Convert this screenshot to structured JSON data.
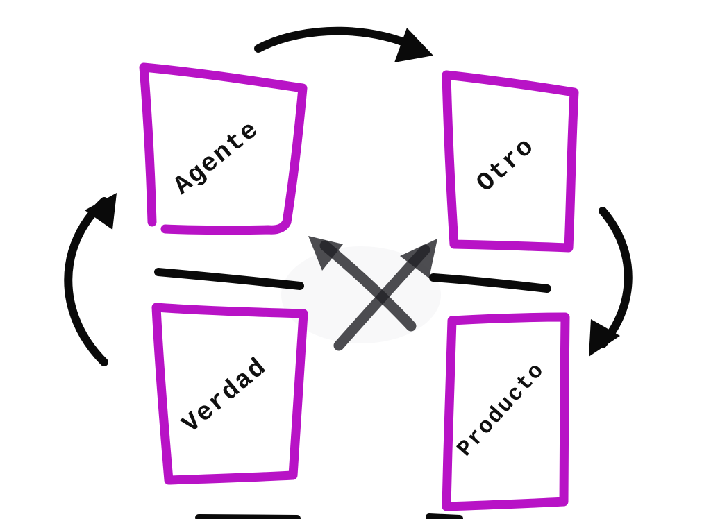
{
  "diagram": {
    "nodes": [
      {
        "id": "agente",
        "label": "Agente"
      },
      {
        "id": "otro",
        "label": "Otro"
      },
      {
        "id": "verdad",
        "label": "Verdad"
      },
      {
        "id": "producto",
        "label": "Producto"
      }
    ],
    "arrows": [
      {
        "id": "arrow-agente-to-otro",
        "from": "agente",
        "to": "otro"
      },
      {
        "id": "arrow-otro-to-producto",
        "from": "otro",
        "to": "producto"
      },
      {
        "id": "arrow-verdad-to-agente",
        "from": "verdad",
        "to": "agente"
      },
      {
        "id": "cross-arrow-up-left",
        "from": "producto",
        "to": "agente"
      },
      {
        "id": "cross-arrow-up-right",
        "from": "verdad",
        "to": "otro"
      }
    ],
    "colors": {
      "box": "#b813c6",
      "arrow": "#0a0a0a",
      "cross_arrow": "#202126",
      "label_text": "#101010",
      "background": "#ffffff"
    }
  }
}
